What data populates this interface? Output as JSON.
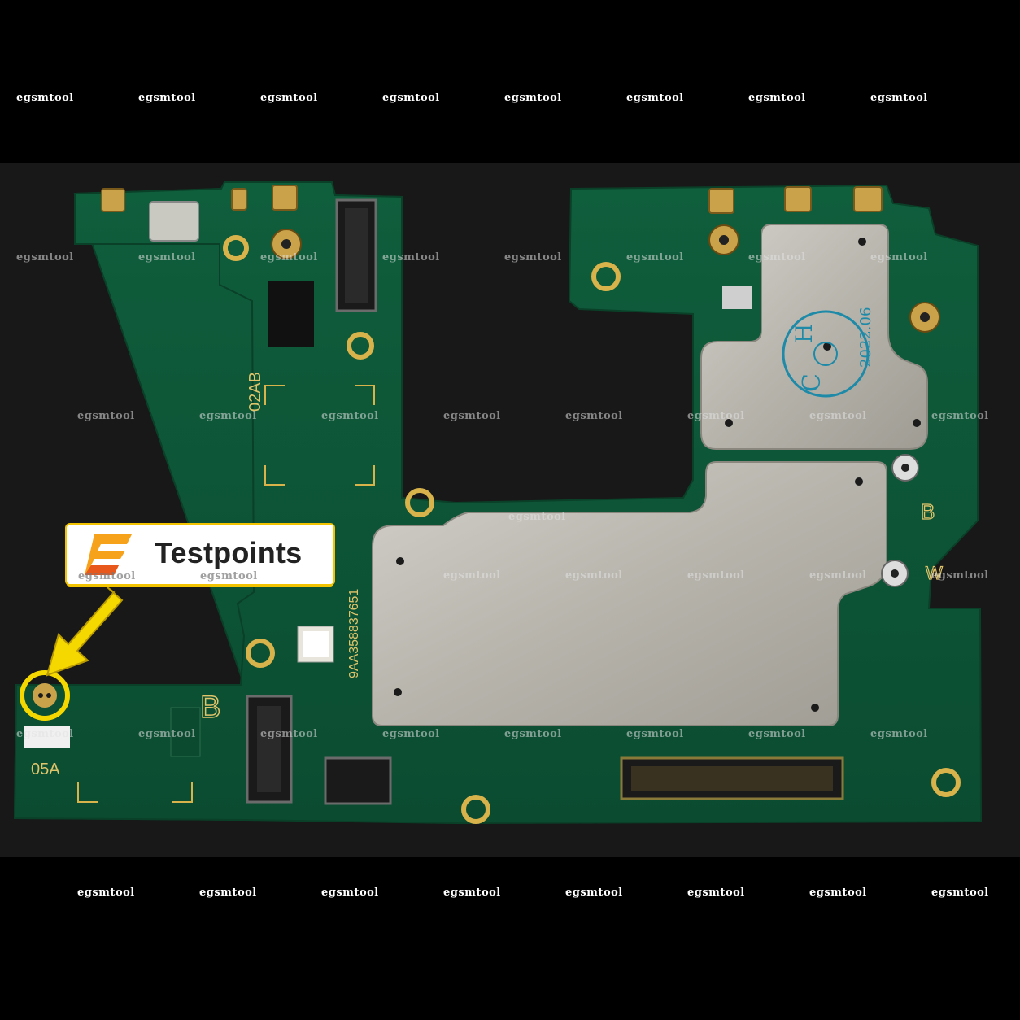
{
  "watermark": {
    "text": "egsmtool"
  },
  "callout": {
    "label": "Testpoints",
    "logo_icon": "testpoints-logo-icon",
    "accent": "#f7a21b",
    "arrow_color": "#f5d800"
  },
  "board_markings": {
    "rev_label": "02AB",
    "bottom_left_label": "05A",
    "serial": "9AA358837651",
    "letter_b_left": "B",
    "letter_b_right": "B",
    "letter_w": "W",
    "stamp_line1": "C",
    "stamp_line2": "H",
    "stamp_year": "2022.06"
  },
  "colors": {
    "pcb": "#0e5a3a",
    "pcb_edge": "#0a4a2f",
    "shield": "#b9b6ae",
    "gold": "#d8b24a"
  }
}
